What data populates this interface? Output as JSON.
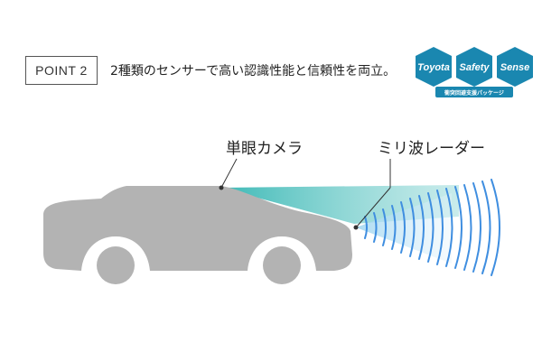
{
  "point_label": "POINT 2",
  "headline": "2種類のセンサーで高い認識性能と信頼性を両立。",
  "logo": {
    "words": [
      "Toyota",
      "Safety",
      "Sense"
    ],
    "subtitle": "衝突回避支援パッケージ",
    "color": "#1a87b0"
  },
  "labels": {
    "camera": "単眼カメラ",
    "radar": "ミリ波レーダー"
  },
  "colors": {
    "car": "#b3b3b3",
    "wheel": "#ffffff",
    "beam": "#4cc0bf",
    "wave": "#3f8ee0"
  }
}
